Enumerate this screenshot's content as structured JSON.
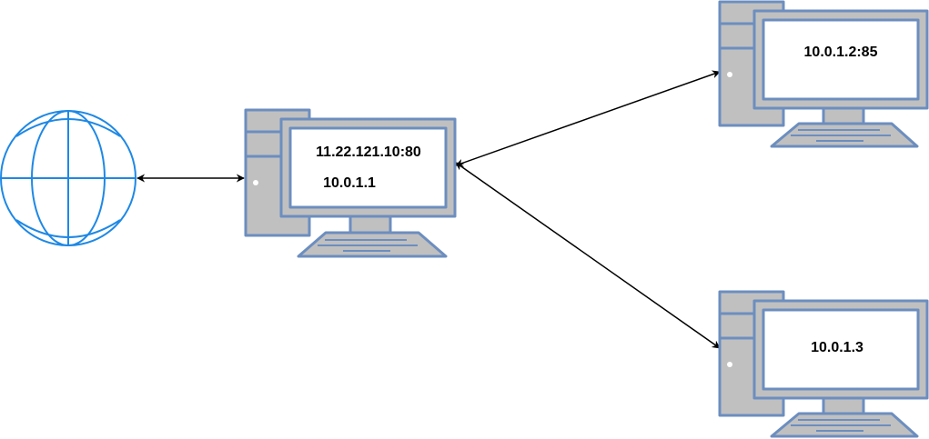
{
  "diagram": {
    "colors": {
      "outline": "#6c8ebf",
      "body_fill": "#c0c0c0",
      "screen_fill": "#ffffff",
      "globe": "#1e88e5",
      "arrow": "#000000"
    },
    "nodes": {
      "internet": {
        "icon": "globe-icon"
      },
      "gateway": {
        "icon": "computer-icon",
        "label_public": "11.22.121.10:80",
        "label_private": "10.0.1.1"
      },
      "server_a": {
        "icon": "computer-icon",
        "label": "10.0.1.2:85"
      },
      "server_b": {
        "icon": "computer-icon",
        "label": "10.0.1.3"
      }
    },
    "connections": [
      {
        "from": "internet",
        "to": "gateway",
        "direction": "both"
      },
      {
        "from": "gateway",
        "to": "server_a",
        "direction": "both"
      },
      {
        "from": "gateway",
        "to": "server_b",
        "direction": "both"
      }
    ]
  }
}
